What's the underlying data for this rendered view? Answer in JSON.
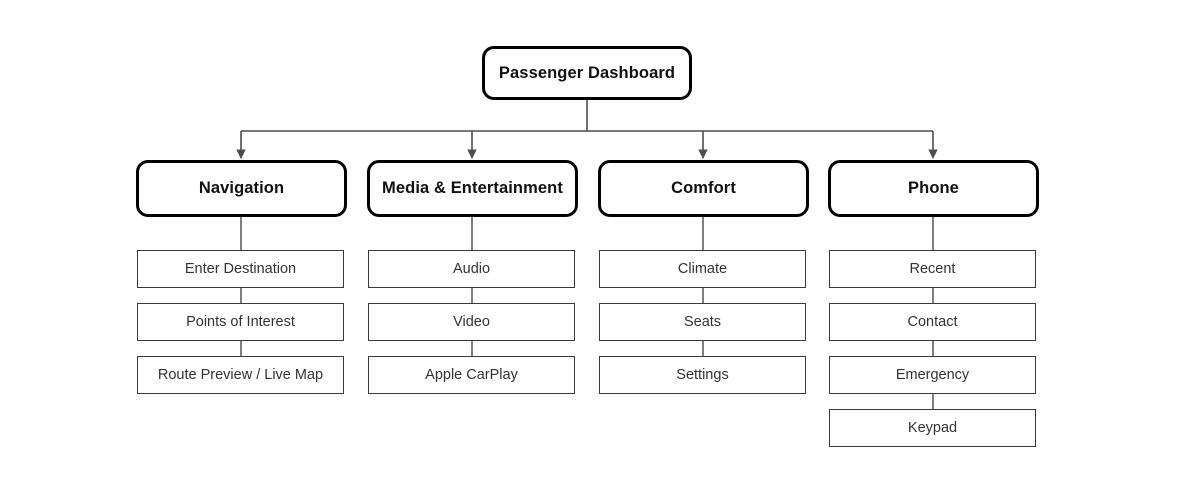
{
  "diagram": {
    "type": "tree",
    "title": "Passenger Dashboard",
    "background_color": "#ffffff",
    "node_border_color": "#000000",
    "leaf_border_color": "#3a3a3a",
    "edge_color": "#4d4d4d",
    "root": {
      "label": "Passenger Dashboard"
    },
    "branches": [
      {
        "label": "Navigation",
        "children": [
          {
            "label": "Enter Destination"
          },
          {
            "label": "Points of Interest"
          },
          {
            "label": "Route Preview / Live Map"
          }
        ]
      },
      {
        "label": "Media & Entertainment",
        "children": [
          {
            "label": "Audio"
          },
          {
            "label": "Video"
          },
          {
            "label": "Apple CarPlay"
          }
        ]
      },
      {
        "label": "Comfort",
        "children": [
          {
            "label": "Climate"
          },
          {
            "label": "Seats"
          },
          {
            "label": "Settings"
          }
        ]
      },
      {
        "label": "Phone",
        "children": [
          {
            "label": "Recent"
          },
          {
            "label": "Contact"
          },
          {
            "label": "Emergency"
          },
          {
            "label": "Keypad"
          }
        ]
      }
    ]
  }
}
